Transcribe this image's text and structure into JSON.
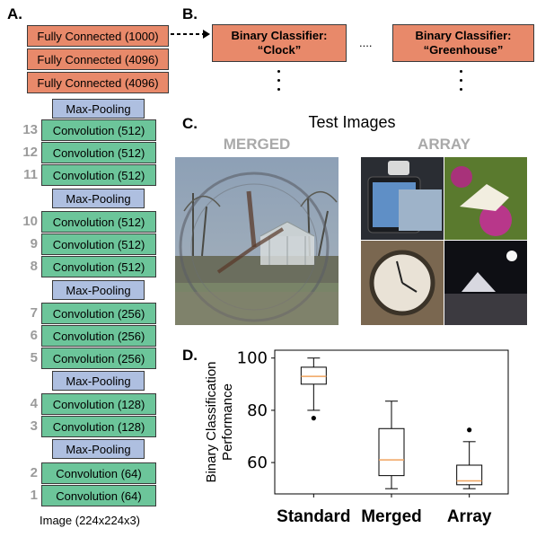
{
  "panel_a": {
    "label": "A.",
    "fully_connected": [
      "Fully Connected (1000)",
      "Fully Connected (4096)",
      "Fully Connected (4096)"
    ],
    "max_pool_label": "Max-Pooling",
    "conv_layers": [
      {
        "num": "13",
        "label": "Convolution (512)"
      },
      {
        "num": "12",
        "label": "Convolution (512)"
      },
      {
        "num": "11",
        "label": "Convolution (512)"
      },
      {
        "num": "10",
        "label": "Convolution (512)"
      },
      {
        "num": "9",
        "label": "Convolution (512)"
      },
      {
        "num": "8",
        "label": "Convolution (512)"
      },
      {
        "num": "7",
        "label": "Convolution (256)"
      },
      {
        "num": "6",
        "label": "Convolution (256)"
      },
      {
        "num": "5",
        "label": "Convolution (256)"
      },
      {
        "num": "4",
        "label": "Convolution (128)"
      },
      {
        "num": "3",
        "label": "Convolution (128)"
      },
      {
        "num": "2",
        "label": "Convolution (64)"
      },
      {
        "num": "1",
        "label": "Convolution (64)"
      }
    ],
    "input_label": "Image (224x224x3)"
  },
  "panel_b": {
    "label": "B.",
    "classifier1_line1": "Binary Classifier:",
    "classifier1_line2": "“Clock”",
    "ellipsis": "....",
    "classifier2_line1": "Binary Classifier:",
    "classifier2_line2": "“Greenhouse”"
  },
  "panel_c": {
    "label": "C.",
    "title": "Test Images",
    "merged_title": "MERGED",
    "array_title": "ARRAY"
  },
  "panel_d": {
    "label": "D."
  },
  "colors": {
    "fully_connected": "#e8896a",
    "convolution": "#6cc59a",
    "max_pooling": "#aebfe0",
    "median_line": "#f0a35e"
  },
  "chart_data": {
    "type": "box",
    "categories": [
      "Standard",
      "Merged",
      "Array"
    ],
    "ylabel": "Binary Classification Performance",
    "yticks": [
      60,
      80,
      100
    ],
    "ylim": [
      48,
      103
    ],
    "boxes": [
      {
        "whislo": 80,
        "q1": 90,
        "med": 93,
        "q3": 96.5,
        "whishi": 100,
        "fliers": [
          77
        ]
      },
      {
        "whislo": 50,
        "q1": 55,
        "med": 61,
        "q3": 73,
        "whishi": 83.5,
        "fliers": []
      },
      {
        "whislo": 50,
        "q1": 51.5,
        "med": 53,
        "q3": 59,
        "whishi": 68,
        "fliers": [
          72.5
        ]
      }
    ]
  }
}
